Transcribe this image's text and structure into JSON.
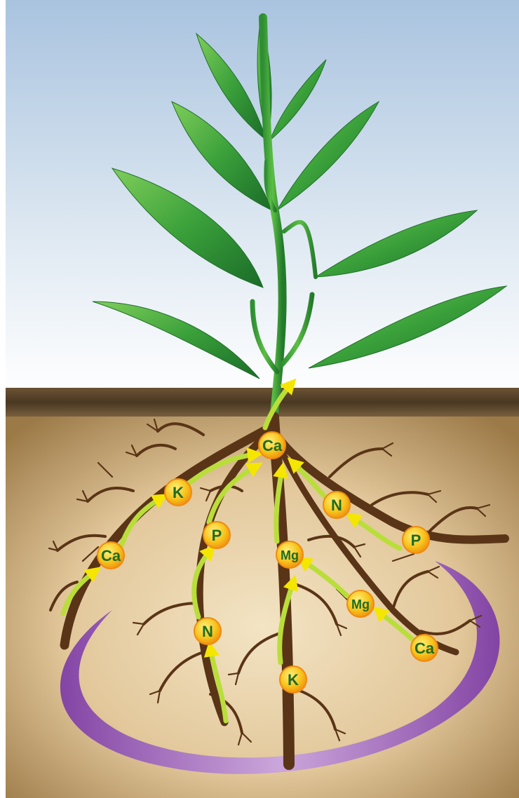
{
  "colors": {
    "sky_top": "#a8c4e0",
    "sky_bottom": "#ffffff",
    "soil_top": "#8a6a3e",
    "soil_light": "#f0e0bf",
    "soil_band": "#4e3b25",
    "root": "#5a3417",
    "leaf": "#3aa03a",
    "leaf_dark": "#1f7a2a",
    "arrow_start": "#7a3fa0",
    "arrow_mid": "#9acd32",
    "arrow_end": "#f4e600",
    "badge_fill": "#f7c21a",
    "badge_ring": "#f28c10",
    "badge_text": "#1f6b1f",
    "swirl": "#8f4fb0"
  },
  "nutrients": [
    {
      "id": "ca-top",
      "label": "Ca"
    },
    {
      "id": "k-left",
      "label": "K"
    },
    {
      "id": "ca-left",
      "label": "Ca"
    },
    {
      "id": "p-mid",
      "label": "P"
    },
    {
      "id": "n-lower",
      "label": "N"
    },
    {
      "id": "mg-center",
      "label": "Mg"
    },
    {
      "id": "k-bottom",
      "label": "K"
    },
    {
      "id": "n-right",
      "label": "N"
    },
    {
      "id": "p-right",
      "label": "P"
    },
    {
      "id": "mg-right",
      "label": "Mg"
    },
    {
      "id": "ca-right",
      "label": "Ca"
    }
  ]
}
